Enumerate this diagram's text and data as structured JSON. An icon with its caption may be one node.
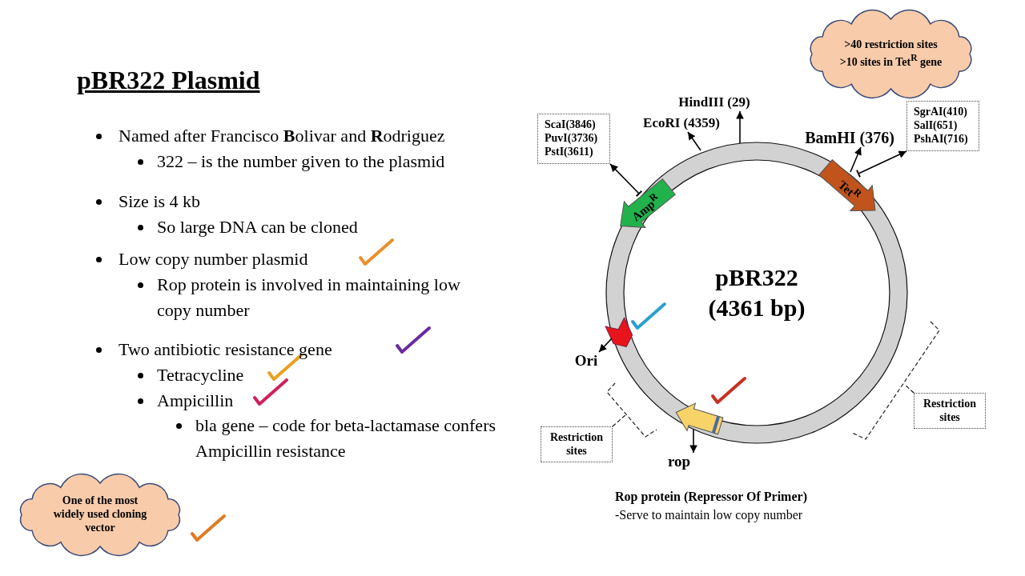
{
  "diagram": {
    "title": "pBR322 Plasmid",
    "nodes": [
      {
        "text": [
          ">40 restriction sites",
          ">10 sites in Tet$^{R}$ gene"
        ]
      },
      {
        "text": [
          "HindIII (29)"
        ]
      },
      {
        "text": [
          "EcoRI (4359)"
        ]
      },
      {
        "text": [
          "ScaI(3846)",
          "PuvI(3736)",
          "PstI(3611)"
        ]
      },
      {
        "text": [
          "BamHI (376)"
        ]
      },
      {
        "text": [
          "SgrAI(410)",
          "SalI(651)",
          "PshAI(716)"
        ]
      },
      {
        "text": [
          "pBR322 (4361 bp)"
        ]
      },
      {
        "text": [
          "Amp$^{R}$"
        ],
        "in": 6
      },
      {
        "text": [
          "Tet$^{R}$"
        ],
        "in": 6
      },
      {
        "text": [],
        "shape": "chevron",
        "in": 6
      },
      {
        "text": [
          "Ori"
        ]
      },
      {
        "text": [],
        "shape": "arrow",
        "in": 6
      },
      {
        "text": [
          "rop"
        ]
      },
      {
        "text": [
          "Restriction sites"
        ]
      },
      {
        "text": [
          "Restriction sites"
        ]
      },
      {
        "text": [
          "One of the most widely used cloning vector"
        ]
      }
    ],
    "edges": [
      {
        "from": 6,
        "to": 1,
        "arrow": "to"
      },
      {
        "from": 6,
        "to": 2,
        "arrow": "to"
      },
      {
        "from": 8,
        "to": 4,
        "arrow": "to"
      },
      {
        "from": 8,
        "to": 5,
        "arrow": "to"
      },
      {
        "from": 7,
        "to": 3,
        "arrow": "to"
      },
      {
        "from": 9,
        "to": 10,
        "arrow": "to"
      },
      {
        "from": 11,
        "to": 12,
        "arrow": "to"
      },
      {
        "from": 13,
        "to": null,
        "arrow": "none",
        "style": "dashed"
      },
      {
        "from": 14,
        "to": null,
        "arrow": "none",
        "style": "dashed"
      }
    ],
    "labels": [
      "Named after Francisco **B**olivar and **R**odriguez",
      "322 – is the number given to the plasmid",
      "Size is 4 kb",
      "So large DNA can be cloned",
      "Low copy number plasmid",
      "Rop protein is involved in maintaining low copy number",
      "Two antibiotic resistance gene",
      "Tetracycline",
      "Ampicillin",
      "bla gene – code for beta-lactamase confers Ampicillin resistance",
      "Rop protein (Repressor Of Primer)",
      "-Serve to maintain low copy number"
    ]
  }
}
